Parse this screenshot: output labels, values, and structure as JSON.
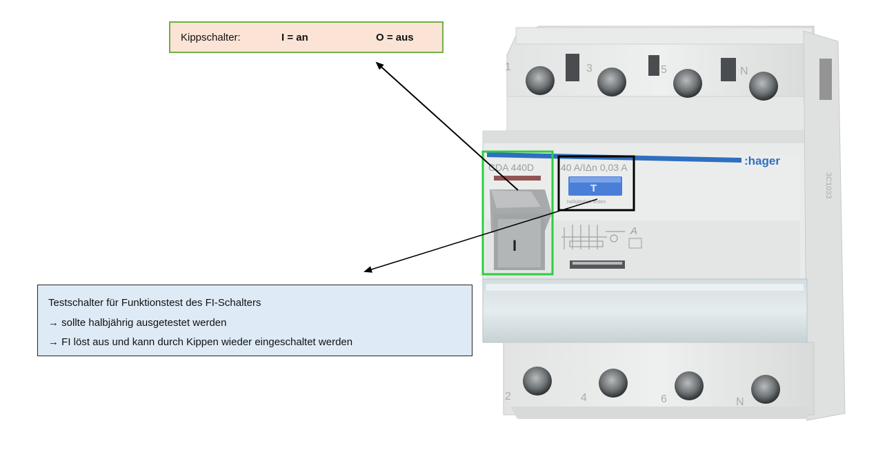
{
  "top_note": {
    "label": "Kippschalter:",
    "on": "I = an",
    "off": "O = aus"
  },
  "bottom_note": {
    "line1": "Testschalter für Funktionstest des FI-Schalters",
    "line2": "→ sollte halbjährig ausgetestet werden",
    "line3": "→ FI löst aus und kann durch Kippen wieder eingeschaltet werden"
  },
  "device": {
    "brand": ":hager",
    "model": "CDA 440D",
    "rating": "40 A/IΔn 0,03 A",
    "test_key": "T",
    "test_caption": "halbjährlich testen",
    "switch_mark": "I",
    "type_mark": "A",
    "side_code": "3C1033",
    "top_terminals": [
      "1",
      "3",
      "5",
      "N"
    ],
    "bottom_terminals": [
      "2",
      "4",
      "6",
      "N"
    ]
  },
  "colors": {
    "highlight_green": "#2ecc40",
    "highlight_black": "#000000",
    "hager_blue": "#2f6fc0",
    "test_button": "#4a7fd8",
    "top_note_fill": "#fbe4d6",
    "top_note_border": "#70ad47",
    "bottom_note_fill": "#deeaf6"
  }
}
